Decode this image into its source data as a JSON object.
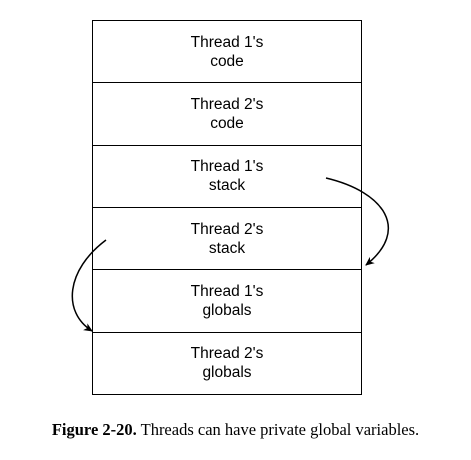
{
  "blocks": [
    {
      "label": "Thread 1's\ncode"
    },
    {
      "label": "Thread 2's\ncode"
    },
    {
      "label": "Thread 1's\nstack"
    },
    {
      "label": "Thread 2's\nstack"
    },
    {
      "label": "Thread 1's\nglobals"
    },
    {
      "label": "Thread 2's\nglobals"
    }
  ],
  "arrows": [
    {
      "name": "thread1-globals-pointer",
      "from": "Thread 1's stack",
      "to": "Thread 1's globals"
    },
    {
      "name": "thread2-globals-pointer",
      "from": "Thread 2's stack",
      "to": "Thread 2's globals"
    }
  ],
  "caption": {
    "figure": "Figure 2-20.",
    "text": "Threads can have private global variables."
  }
}
